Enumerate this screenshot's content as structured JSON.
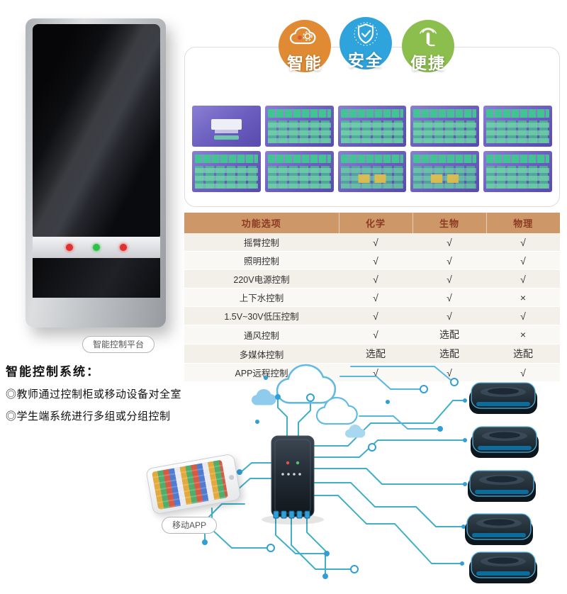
{
  "page": {
    "background": "#ffffff"
  },
  "product": {
    "caption": "智能控制平台"
  },
  "features": [
    {
      "label": "智能",
      "color": "#E08B33",
      "icon": "cloud-gear-icon"
    },
    {
      "label": "安全",
      "color": "#2FA3DC",
      "icon": "shield-check-icon"
    },
    {
      "label": "便捷",
      "color": "#8CBE4E",
      "icon": "touch-finger-icon"
    }
  ],
  "screenshots": {
    "count": 10
  },
  "table": {
    "header_bg": "#CD9768",
    "header_text_color": "#8C3A22",
    "headers": [
      "功能选项",
      "化学",
      "生物",
      "物理"
    ],
    "rows": [
      {
        "feature": "摇臂控制",
        "values": [
          "√",
          "√",
          "√"
        ]
      },
      {
        "feature": "照明控制",
        "values": [
          "√",
          "√",
          "√"
        ]
      },
      {
        "feature": "220V电源控制",
        "values": [
          "√",
          "√",
          "√"
        ]
      },
      {
        "feature": "上下水控制",
        "values": [
          "√",
          "√",
          "×"
        ]
      },
      {
        "feature": "1.5V~30V低压控制",
        "values": [
          "√",
          "√",
          "√"
        ]
      },
      {
        "feature": "通风控制",
        "values": [
          "√",
          "选配",
          "×"
        ]
      },
      {
        "feature": "多媒体控制",
        "values": [
          "选配",
          "选配",
          "选配"
        ]
      },
      {
        "feature": "APP远程控制",
        "values": [
          "√",
          "√",
          "√"
        ]
      }
    ]
  },
  "description": {
    "title": "智能控制系统：",
    "lines": [
      "◎教师通过控制柜或移动设备对全室",
      "◎学生端系统进行多组或分组控制"
    ]
  },
  "diagram": {
    "tablet_caption": "移动APP",
    "terminal_count": 5,
    "accent_color": "#3FB0C8"
  }
}
